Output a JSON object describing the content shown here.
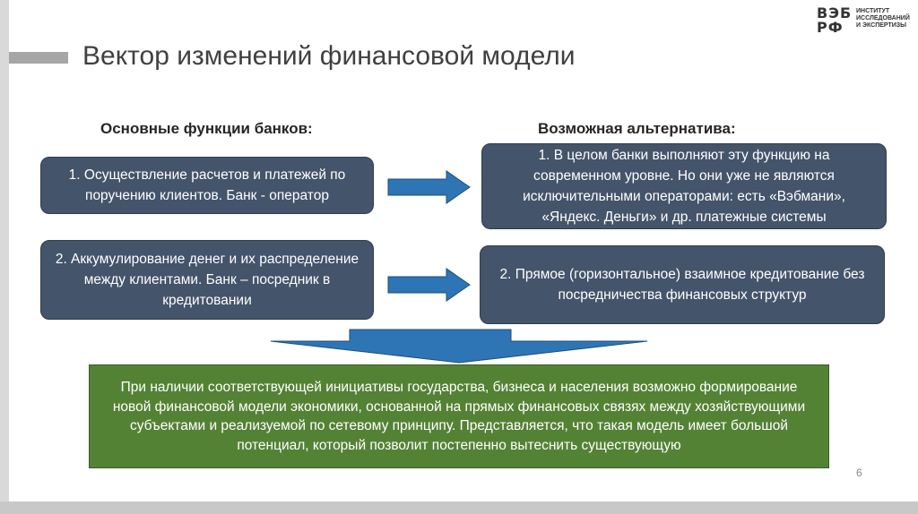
{
  "slide": {
    "title": "Вектор изменений финансовой модели",
    "page_number": "6"
  },
  "logo": {
    "letters_top": "ВЭБ",
    "letters_bottom": "РФ",
    "line1": "ИНСТИТУТ",
    "line2": "ИССЛЕДОВАНИЙ",
    "line3": "И ЭКСПЕРТИЗЫ"
  },
  "left_column": {
    "heading": "Основные функции банков:",
    "items": [
      {
        "text": "1. Осуществление расчетов и платежей по поручению клиентов. Банк - оператор"
      },
      {
        "text": "2. Аккумулирование денег  и их распределение между клиентами. Банк – посредник в кредитовании"
      }
    ]
  },
  "right_column": {
    "heading": "Возможная альтернатива:",
    "items": [
      {
        "text": "1. В целом банки выполняют эту функцию на современном уровне. Но они уже не являются исключительными операторами: есть «Вэбмани», «Яндекс. Деньги» и др. платежные системы"
      },
      {
        "text": "2. Прямое (горизонтальное) взаимное кредитование без посредничества финансовых структур"
      }
    ]
  },
  "conclusion": {
    "text": "При наличии соответствующей инициативы государства, бизнеса и населения возможно формирование новой финансовой модели экономики, основанной на прямых финансовых связях между хозяйствующими субъектами и реализуемой по сетевому принципу.  Представляется, что такая модель имеет большой потенциал, который позволит постепенно вытеснить существующую"
  },
  "colors": {
    "box_fill": "#44546a",
    "arrow_fill": "#2e75b6",
    "conclusion_fill": "#548235"
  }
}
